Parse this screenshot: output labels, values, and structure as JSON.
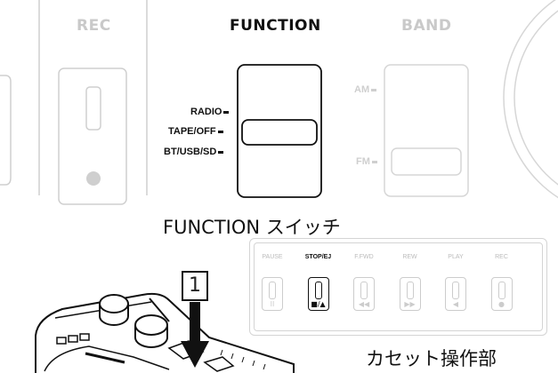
{
  "top_panel": {
    "rec_label": "REC",
    "function_label": "FUNCTION",
    "band_label": "BAND",
    "function_positions": [
      "RADIO",
      "TAPE/OFF",
      "BT/USB/SD"
    ],
    "band_positions": [
      "AM",
      "FM"
    ]
  },
  "captions": {
    "function_switch": "FUNCTION スイッチ",
    "cassette_controls": "カセット操作部"
  },
  "step_number": "1",
  "cassette_keys": [
    {
      "label": "PAUSE",
      "symbol": "II",
      "active": false
    },
    {
      "label": "STOP/EJ",
      "symbol": "■/▲",
      "active": true
    },
    {
      "label": "F.FWD",
      "symbol": "◀◀",
      "active": false
    },
    {
      "label": "REW",
      "symbol": "▶▶",
      "active": false
    },
    {
      "label": "PLAY",
      "symbol": "◀",
      "active": false
    },
    {
      "label": "REC",
      "symbol": "●",
      "active": false
    }
  ],
  "colors": {
    "ink": "#111111",
    "faint": "#cccccc"
  }
}
